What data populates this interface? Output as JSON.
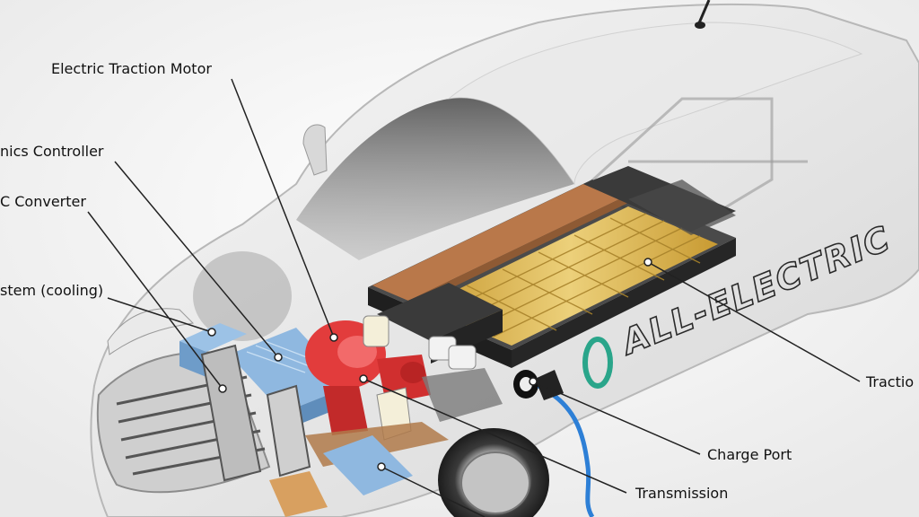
{
  "labels": {
    "traction_motor": "Electric Traction Motor",
    "power_controller": "nics Controller",
    "dc_converter": "C Converter",
    "thermal_system": "stem (cooling)",
    "traction_battery": "Tractio",
    "charge_port": "Charge Port",
    "transmission": "Transmission"
  },
  "car": {
    "wordmark": "ALL-ELECTRIC"
  },
  "colors": {
    "battery_gold": "#d9b24a",
    "battery_bronze": "#b9784a",
    "battery_dark": "#3a3a3a",
    "motor_red": "#e23c3c",
    "module_blue": "#8fb8e0",
    "charge_cable": "#2d7fd6",
    "leader_line": "#222222"
  }
}
